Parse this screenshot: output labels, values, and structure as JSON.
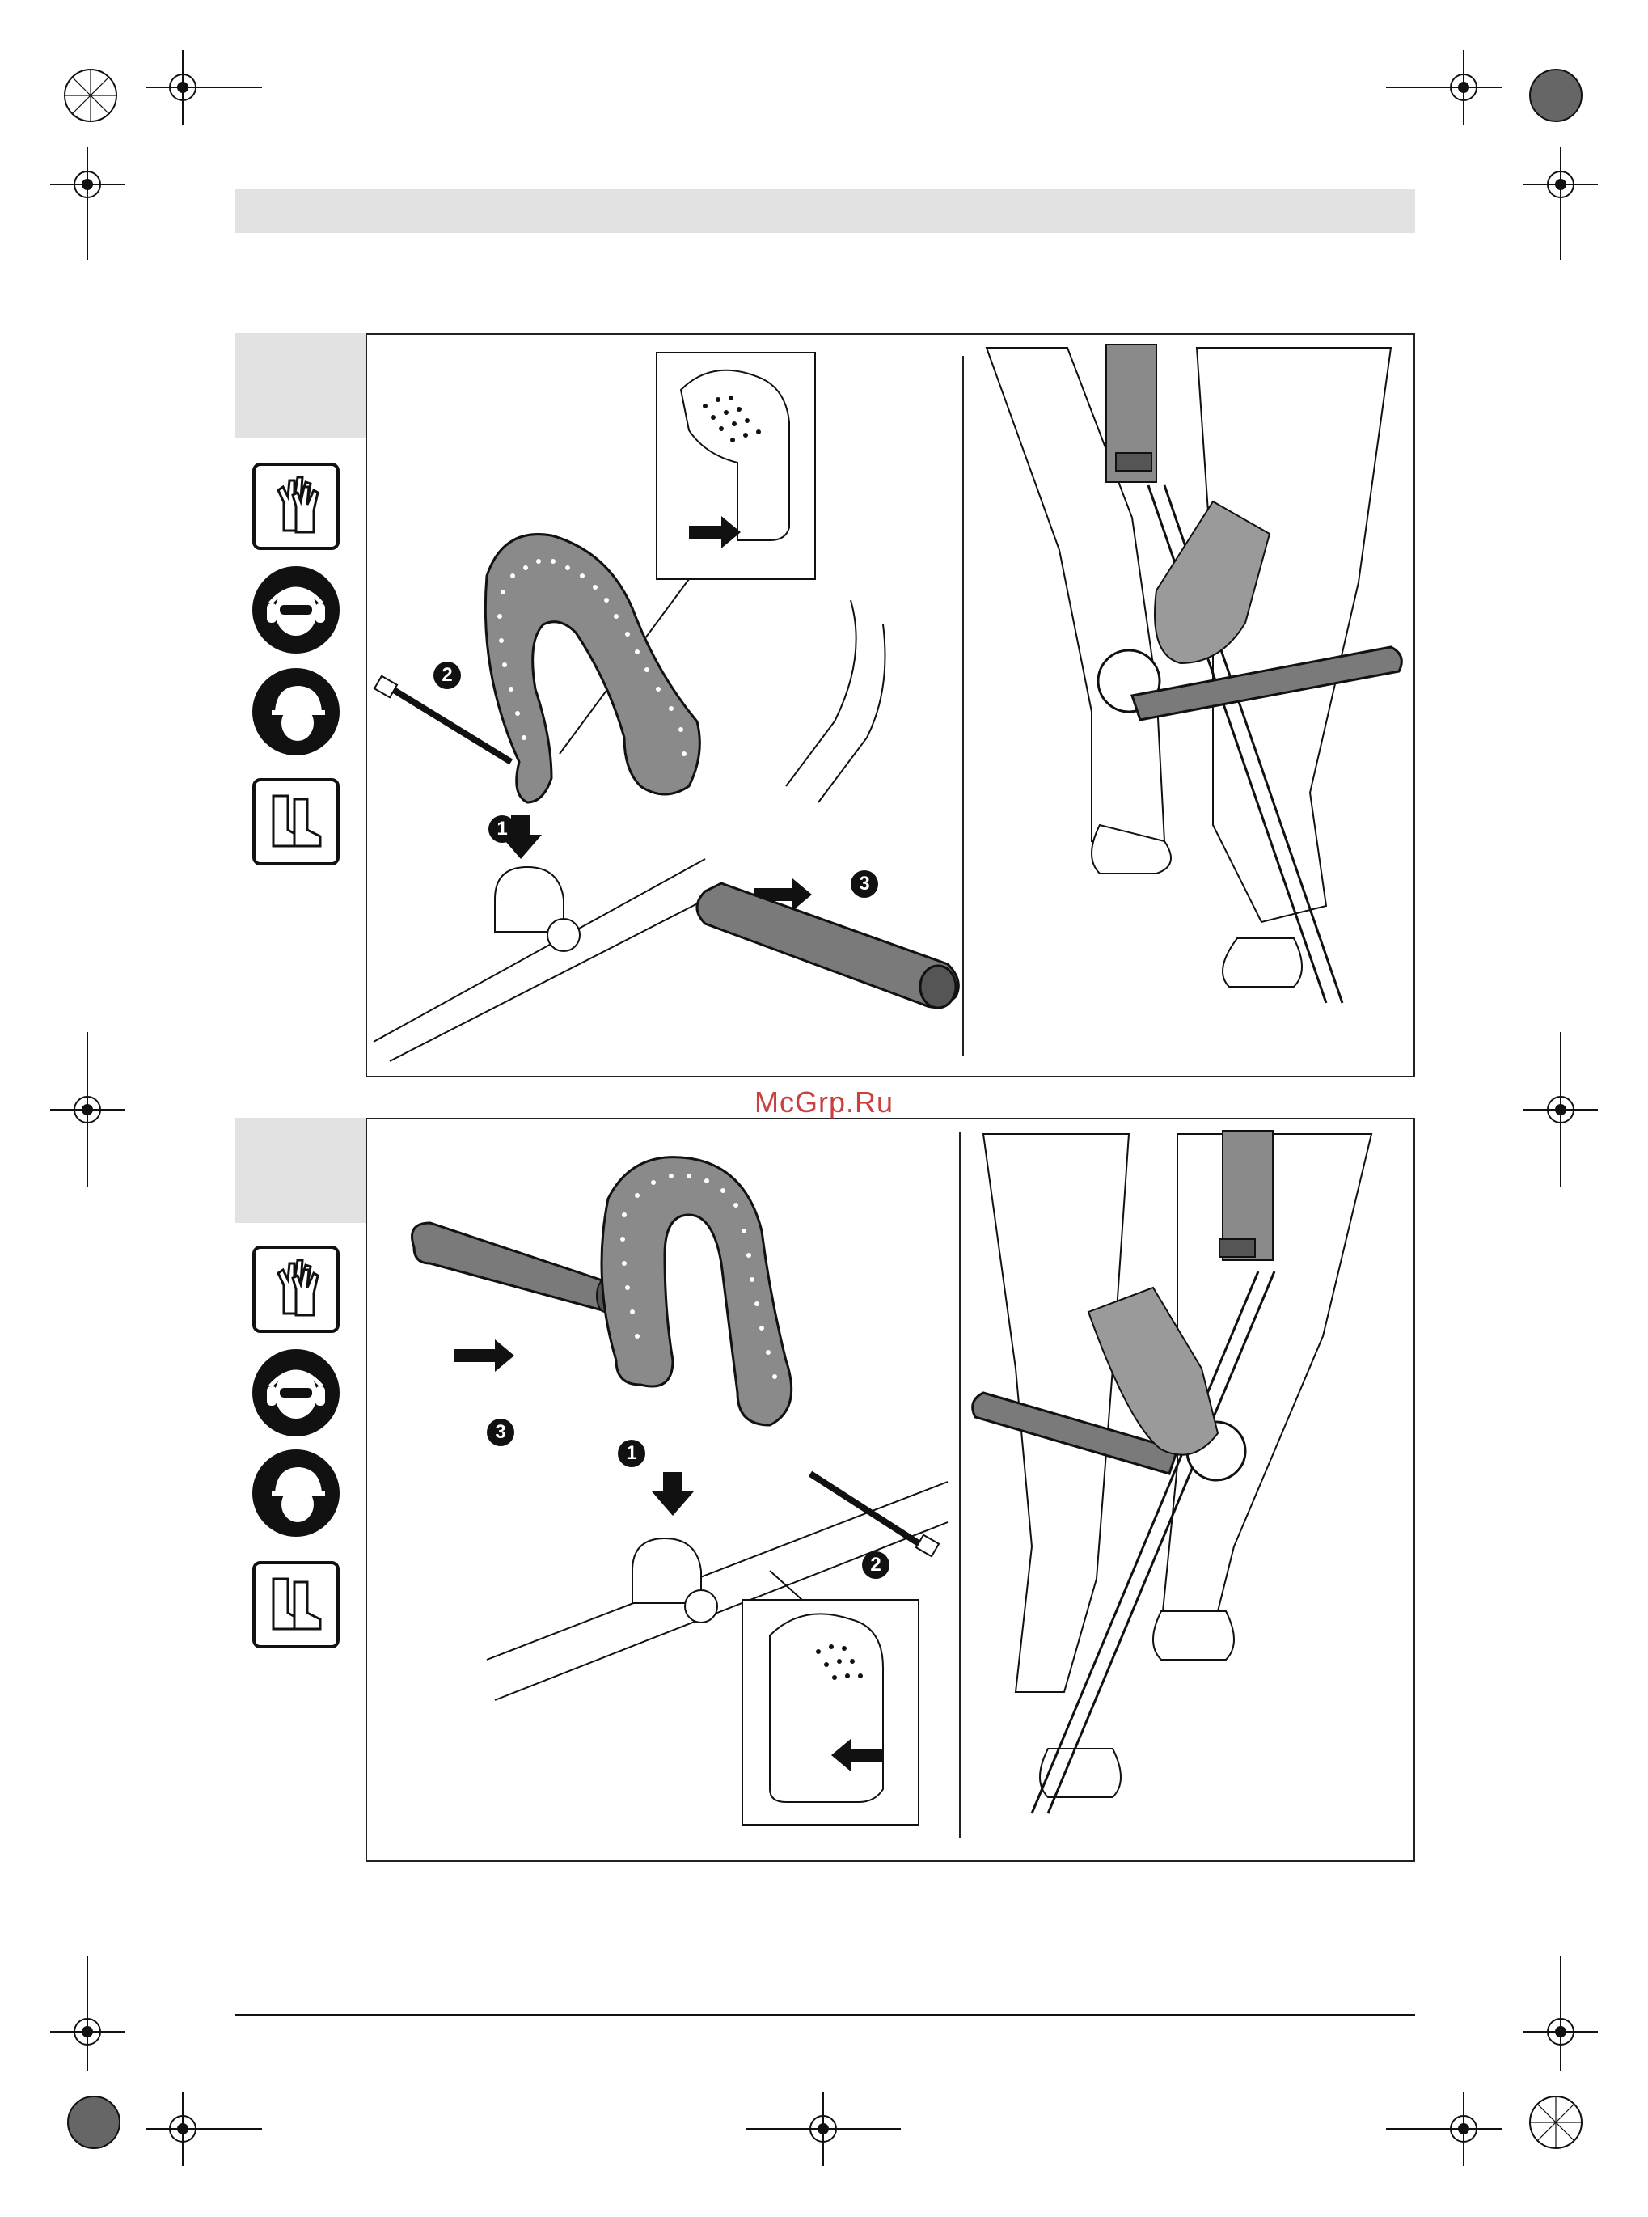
{
  "watermark": "McGrp.Ru",
  "figures": [
    {
      "id": "fig-top",
      "step_labels": [
        "1",
        "2",
        "3"
      ],
      "safety_icons": [
        "gloves-icon",
        "eye-ear-protection-icon",
        "helmet-icon",
        "boots-icon"
      ]
    },
    {
      "id": "fig-bottom",
      "step_labels": [
        "1",
        "2",
        "3"
      ],
      "safety_icons": [
        "gloves-icon",
        "eye-ear-protection-icon",
        "helmet-icon",
        "boots-icon"
      ]
    }
  ],
  "colors": {
    "header_bar": "#e2e2e2",
    "handle_grey": "#8a8a8a",
    "glove_grey": "#9a9a9a",
    "watermark": "#c84040"
  }
}
